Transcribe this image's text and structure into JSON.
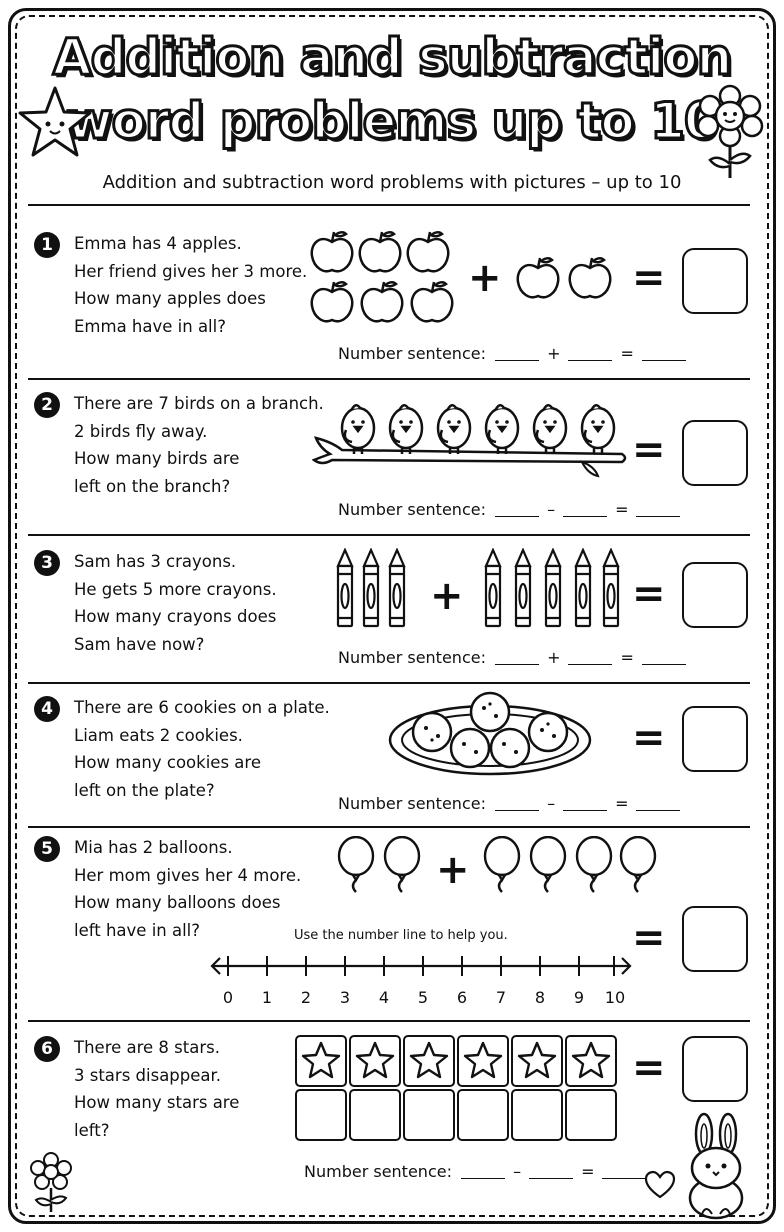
{
  "title": {
    "line1": "Addition and subtraction",
    "line2": "word problems up to 10"
  },
  "subtitle": "Addition and subtraction word problems with pictures – up to 10",
  "problems": [
    {
      "number": "1",
      "lines": [
        "Emma has 4 apples.",
        "Her friend gives her 3 more.",
        "How many apples does",
        "Emma have in all?"
      ],
      "sentence": {
        "label": "Number sentence:",
        "op": "+",
        "eq": "="
      }
    },
    {
      "number": "2",
      "lines": [
        "There are 7 birds on a branch.",
        "2 birds fly away.",
        "How many birds are",
        "left on the branch?"
      ],
      "sentence": {
        "label": "Number sentence:",
        "op": "–",
        "eq": "="
      }
    },
    {
      "number": "3",
      "lines": [
        "Sam has 3 crayons.",
        "He gets 5 more crayons.",
        "How many crayons does",
        "Sam have now?"
      ],
      "sentence": {
        "label": "Number sentence:",
        "op": "+",
        "eq": "="
      }
    },
    {
      "number": "4",
      "lines": [
        "There are 6 cookies on a plate.",
        "Liam eats 2 cookies.",
        "How many cookies are",
        "left on the plate?"
      ],
      "sentence": {
        "label": "Number sentence:",
        "op": "–",
        "eq": "="
      }
    },
    {
      "number": "5",
      "lines": [
        "Mia has 2 balloons.",
        "Her mom gives her 4 more.",
        "How many balloons does",
        "left have in all?"
      ],
      "number_line_caption": "Use the number line to help you.",
      "number_line": [
        "0",
        "1",
        "2",
        "3",
        "4",
        "5",
        "6",
        "7",
        "8",
        "9",
        "10"
      ]
    },
    {
      "number": "6",
      "lines": [
        "There are 8 stars.",
        "3 stars disappear.",
        "How many stars are",
        "left?"
      ],
      "sentence": {
        "label": "Number sentence:",
        "op": "–",
        "eq": "="
      }
    }
  ],
  "symbols": {
    "plus": "+",
    "equals": "="
  },
  "icons": [
    "star-mascot-icon",
    "flower-icon",
    "apple-icon",
    "bird-icon",
    "branch-icon",
    "crayon-icon",
    "cookie-plate-icon",
    "balloon-icon",
    "star-icon",
    "bunny-icon",
    "heart-icon"
  ]
}
